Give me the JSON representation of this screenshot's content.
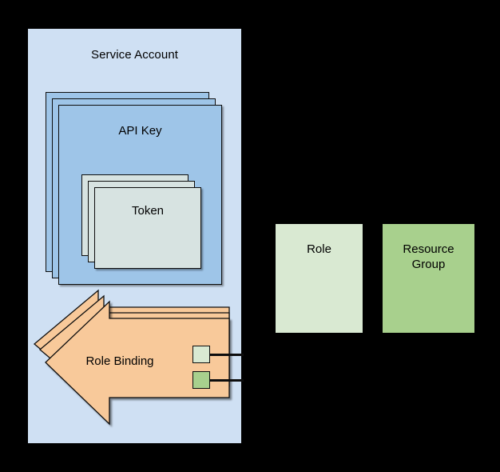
{
  "diagram": {
    "type": "architecture-block-diagram",
    "background_color": "#000000",
    "service_account": {
      "title": "Service Account",
      "panel_color": "#cfe0f3",
      "api_key": {
        "label": "API Key",
        "color": "#9ec5e8",
        "stack_count": 3,
        "token": {
          "label": "Token",
          "color": "#d7e3e1",
          "stack_count": 3
        }
      },
      "role_binding": {
        "label": "Role Binding",
        "color": "#f8c99a",
        "stack_count": 3,
        "refs": [
          {
            "name": "role-ref",
            "color": "#d9e9d2"
          },
          {
            "name": "resource-group-ref",
            "color": "#a8d08d"
          }
        ]
      }
    },
    "targets": [
      {
        "label": "Role",
        "color": "#d9e9d2"
      },
      {
        "label": "Resource\nGroup",
        "color": "#a8d08d"
      }
    ],
    "connectors": [
      {
        "from": "role-ref",
        "to": "Role",
        "style": "solid-line"
      },
      {
        "from": "resource-group-ref",
        "to": "Resource Group",
        "style": "solid-line"
      }
    ]
  }
}
